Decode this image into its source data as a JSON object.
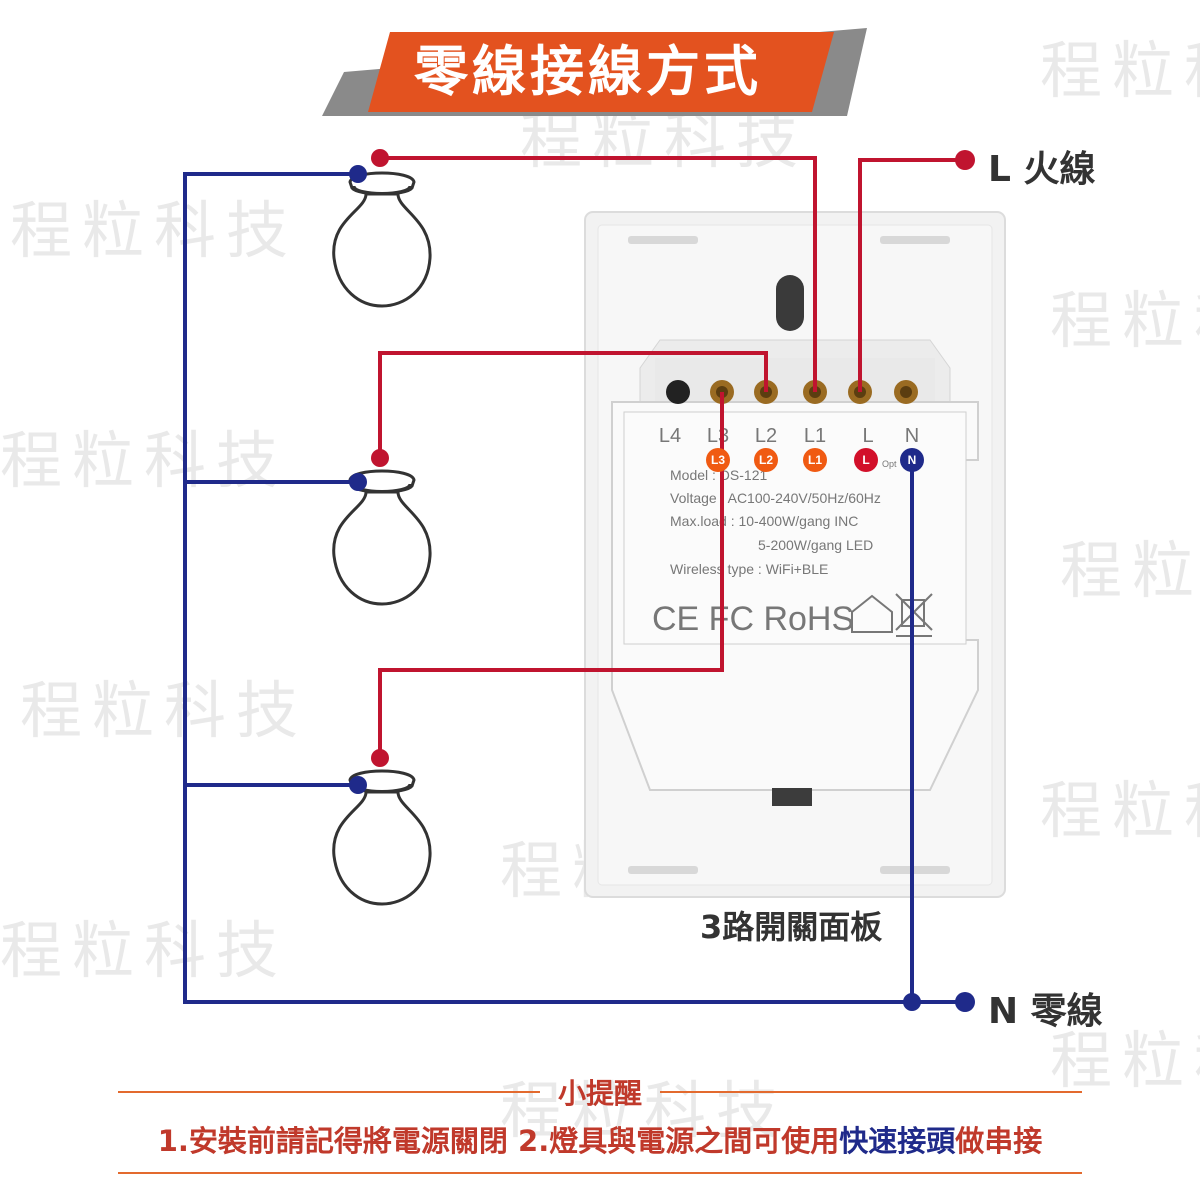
{
  "title": "零線接線方式",
  "watermark_text": "程粒科技",
  "live_label": "L 火線",
  "neutral_label": "N 零線",
  "panel_caption": "3路開關面板",
  "panel": {
    "terminals": [
      "L4",
      "L3",
      "L2",
      "L1",
      "L",
      "N"
    ],
    "badges": [
      "L3",
      "L2",
      "L1",
      "L",
      "N"
    ],
    "model": "Model : DS-121",
    "model_suffix": "Opt",
    "voltage": "Voltage : AC100-240V/50Hz/60Hz",
    "maxload_1": "Max.load : 10-400W/gang  INC",
    "maxload_2": "5-200W/gang  LED",
    "wireless": "Wireless type : WiFi+BLE",
    "certs": "CE FC RoHS"
  },
  "tip": {
    "heading": "小提醒",
    "part1": "1.安裝前請記得將電源關閉 2.燈具與電源之間可使用",
    "highlight": "快速接頭",
    "part2": "做串接"
  },
  "colors": {
    "live": "#c0142f",
    "neutral": "#1f2a8a",
    "banner": "#e3521f",
    "banner_shadow": "#8a8a8a",
    "badge_orange": "#f05a12",
    "badge_red": "#d2102a",
    "badge_blue": "#1f2a8a"
  }
}
